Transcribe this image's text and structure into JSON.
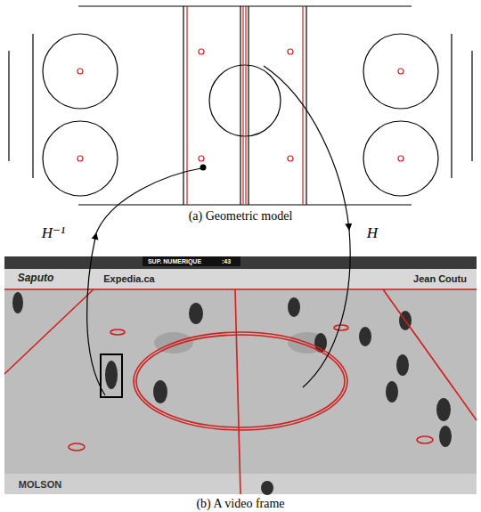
{
  "diagram": {
    "labels": [
      "(a) Geometric model",
      "H⁻¹",
      "H",
      "(b) A video frame",
      "SUP. NUMERIQUE",
      ":43",
      "Saputo",
      "Expedia.ca",
      "Jean Coutu",
      "MOLSON"
    ]
  }
}
